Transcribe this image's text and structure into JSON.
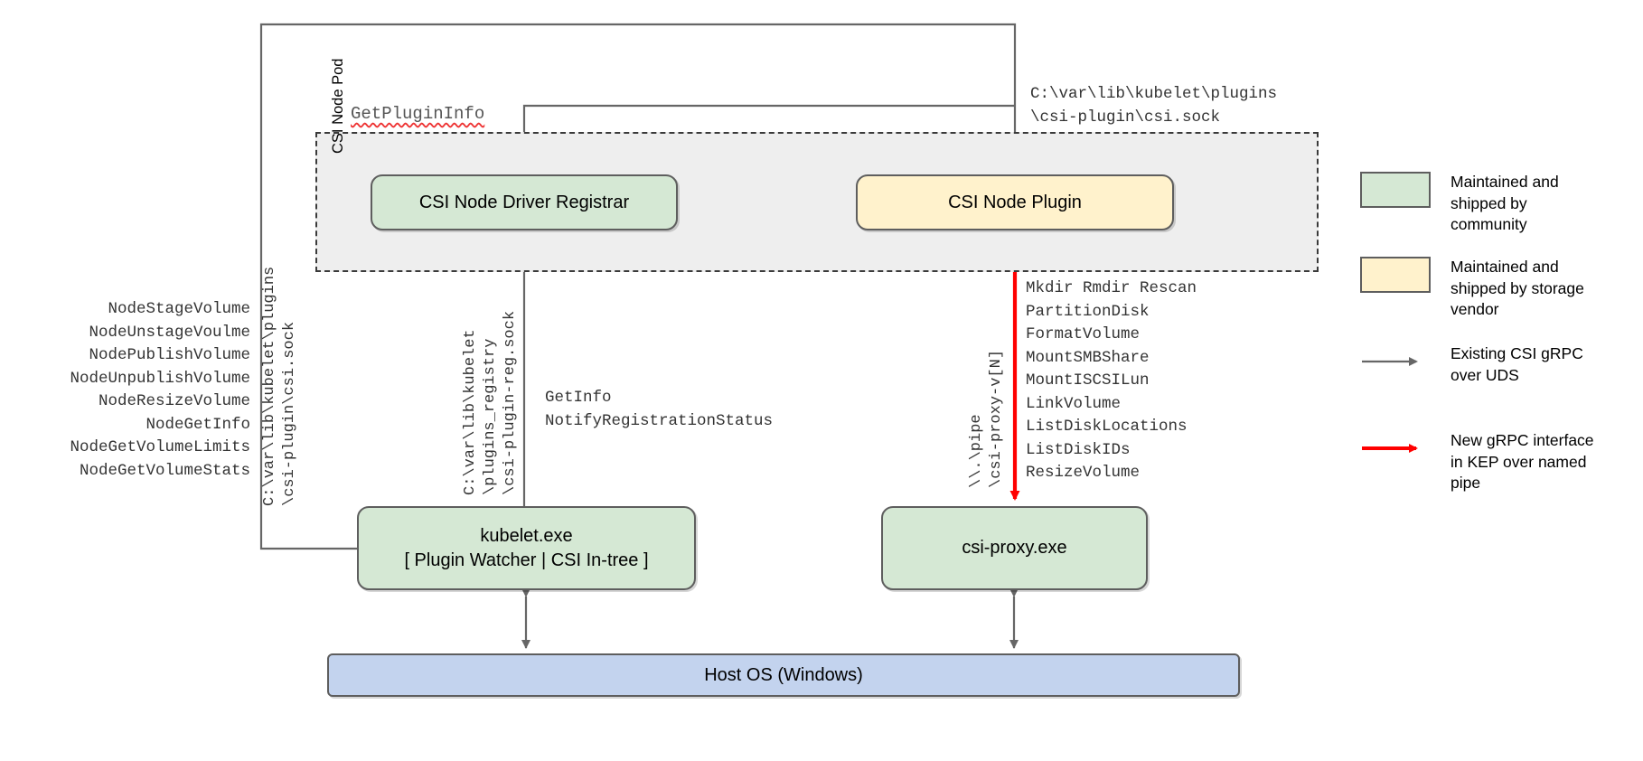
{
  "diagram": {
    "pod": {
      "label": "CSI Node Pod"
    },
    "boxes": {
      "registrar": "CSI Node Driver Registrar",
      "node_plugin": "CSI Node Plugin",
      "kubelet_line1": "kubelet.exe",
      "kubelet_line2": "[ Plugin Watcher | CSI In-tree ]",
      "csi_proxy": "csi-proxy.exe",
      "host_os": "Host OS (Windows)"
    },
    "labels": {
      "get_plugin_info": "GetPluginInfo",
      "csi_sock_top": "C:\\var\\lib\\kubelet\\plugins\n\\csi-plugin\\csi.sock",
      "csi_sock_left_rotated": "C:\\var\\lib\\kubelet\\plugins\n\\csi-plugin\\csi.sock",
      "plugins_registry_rotated": "C:\\var\\lib\\kubelet\n\\plugins_registry\n\\csi-plugin-reg.sock",
      "named_pipe_rotated": "\\\\.\\pipe\n\\csi-proxy-v[N]"
    },
    "node_service_api": [
      "NodeStageVolume",
      "NodeUnstageVoulme",
      "NodePublishVolume",
      "NodeUnpublishVolume",
      "NodeResizeVolume",
      "NodeGetInfo",
      "NodeGetVolumeLimits",
      "NodeGetVolumeStats"
    ],
    "registration_api": [
      "GetInfo",
      "NotifyRegistrationStatus"
    ],
    "csi_proxy_api": [
      "Mkdir Rmdir Rescan",
      "PartitionDisk",
      "FormatVolume",
      "MountSMBShare",
      "MountISCSILun",
      "LinkVolume",
      "ListDiskLocations",
      "ListDiskIDs",
      "ResizeVolume"
    ],
    "legend": [
      {
        "kind": "swatch",
        "color": "#d5e8d4",
        "text": "Maintained and shipped by community"
      },
      {
        "kind": "swatch",
        "color": "#fff2cc",
        "text": "Maintained and shipped by storage vendor"
      },
      {
        "kind": "arrow",
        "color": "#666666",
        "text": "Existing CSI gRPC over UDS"
      },
      {
        "kind": "arrow",
        "color": "#ff0000",
        "text": "New gRPC interface in KEP over named pipe"
      }
    ],
    "colors": {
      "community_green": "#d5e8d4",
      "vendor_yellow": "#fff2cc",
      "host_blue": "#c3d3ee",
      "pod_grey": "#eeeeee",
      "existing_arrow": "#666666",
      "new_arrow": "#ff0000",
      "stroke": "#5e5e5e"
    }
  }
}
